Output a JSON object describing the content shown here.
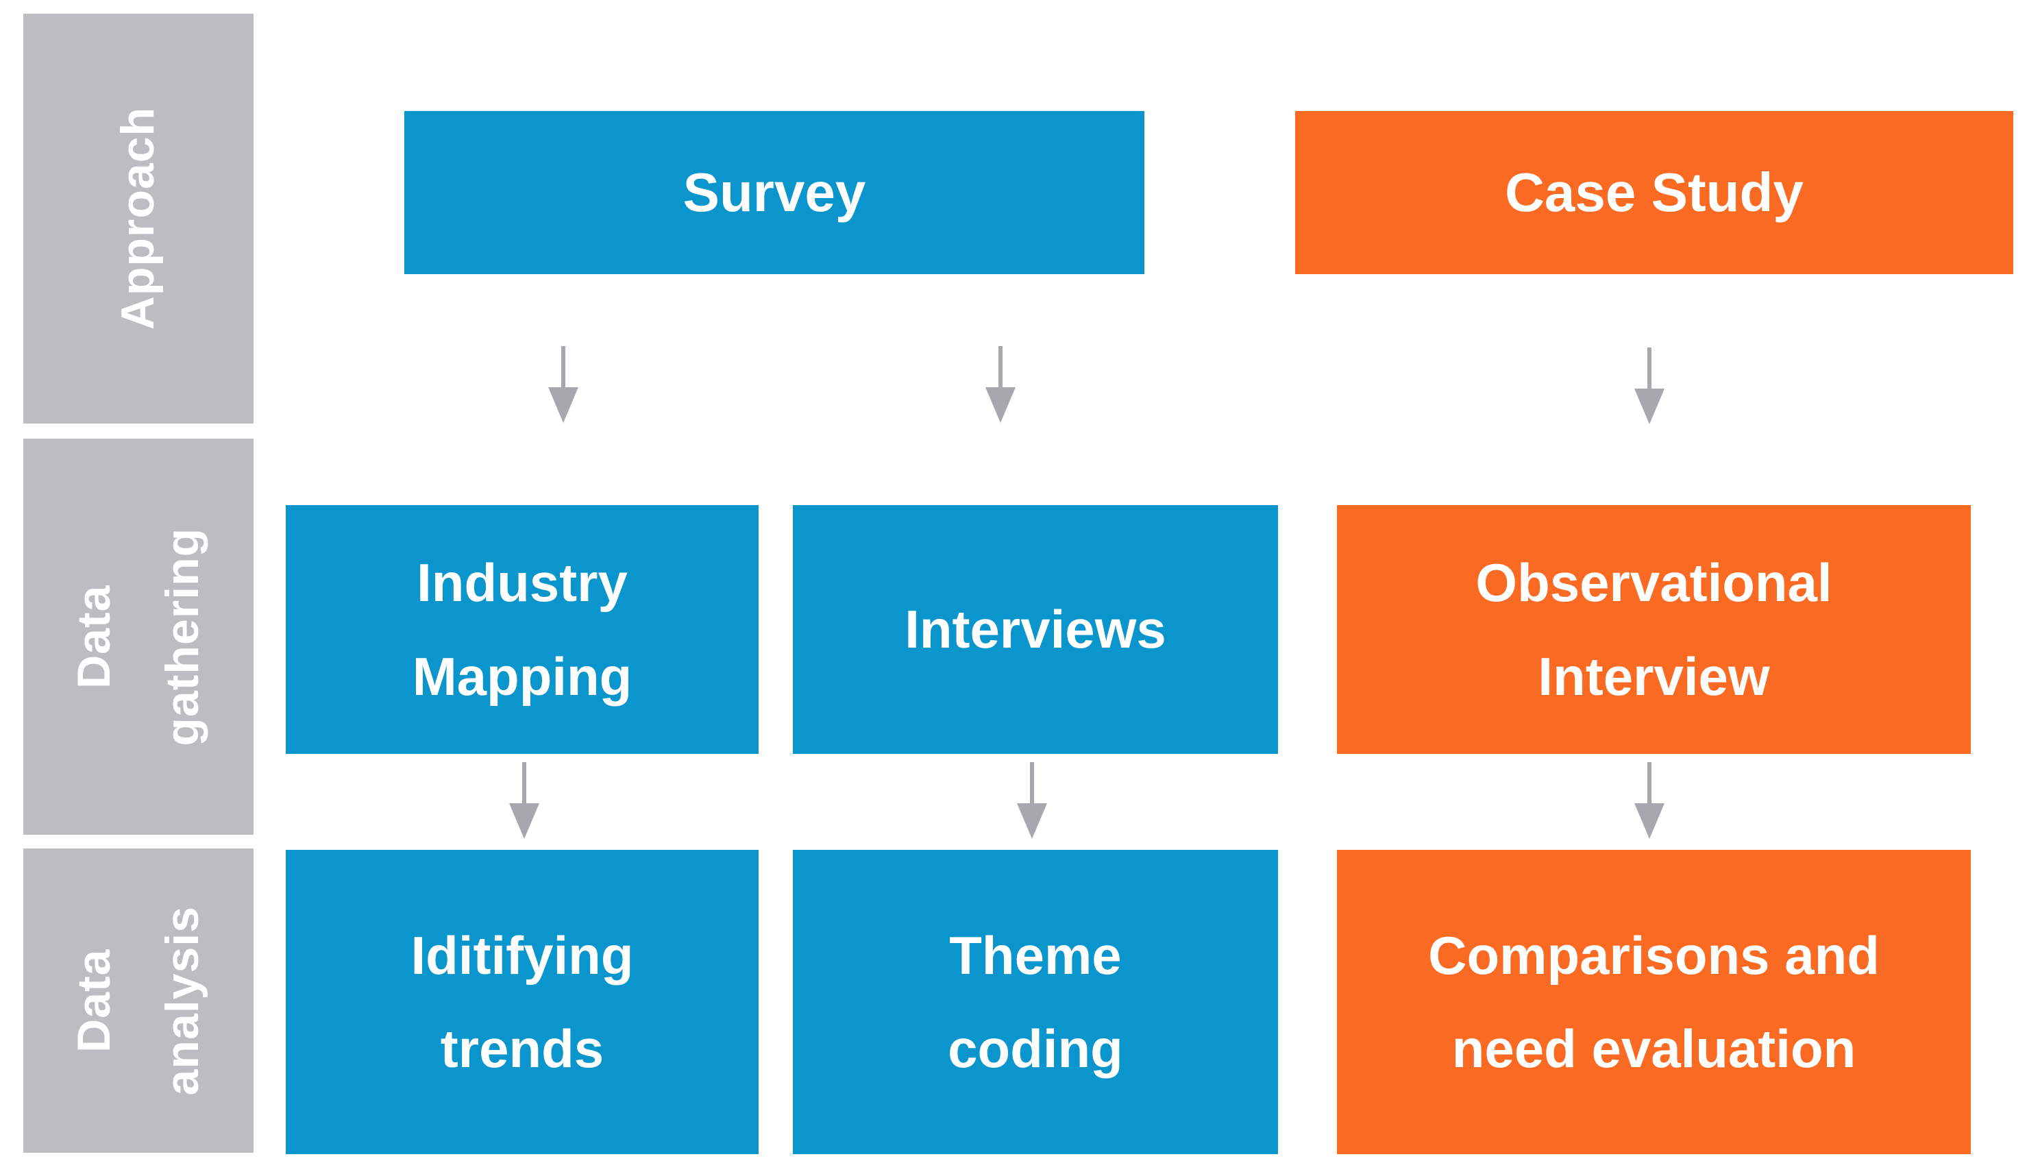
{
  "diagram": {
    "title": "Research approach flow diagram",
    "colors": {
      "blue": "#0a95cd",
      "orange": "#fb6a22",
      "gray": "#bcbdc1",
      "arrow": "#a7a7ad",
      "label": "#ffffff"
    },
    "sidebar": [
      {
        "id": "approach",
        "label": "Approach"
      },
      {
        "id": "data-gathering",
        "label": "Data\ngathering"
      },
      {
        "id": "data-analysis",
        "label": "Data\nanalysis"
      }
    ],
    "approach_row": [
      {
        "id": "survey",
        "label": "Survey",
        "color": "blue"
      },
      {
        "id": "case-study",
        "label": "Case Study",
        "color": "orange"
      }
    ],
    "gathering_row": [
      {
        "id": "industry-mapping",
        "label": "Industry\nMapping",
        "color": "blue"
      },
      {
        "id": "interviews",
        "label": "Interviews",
        "color": "blue"
      },
      {
        "id": "observational-interview",
        "label": "Observational\nInterview",
        "color": "orange"
      }
    ],
    "analysis_row": [
      {
        "id": "iditifying-trends",
        "label": "Iditifying\ntrends",
        "color": "blue"
      },
      {
        "id": "theme-coding",
        "label": "Theme\ncoding",
        "color": "blue"
      },
      {
        "id": "comparisons-need-evaluation",
        "label": "Comparisons and\nneed evaluation",
        "color": "orange"
      }
    ],
    "connections": [
      {
        "from": "survey",
        "to": "industry-mapping"
      },
      {
        "from": "survey",
        "to": "interviews"
      },
      {
        "from": "case-study",
        "to": "observational-interview"
      },
      {
        "from": "industry-mapping",
        "to": "iditifying-trends"
      },
      {
        "from": "interviews",
        "to": "theme-coding"
      },
      {
        "from": "observational-interview",
        "to": "comparisons-need-evaluation"
      }
    ]
  }
}
